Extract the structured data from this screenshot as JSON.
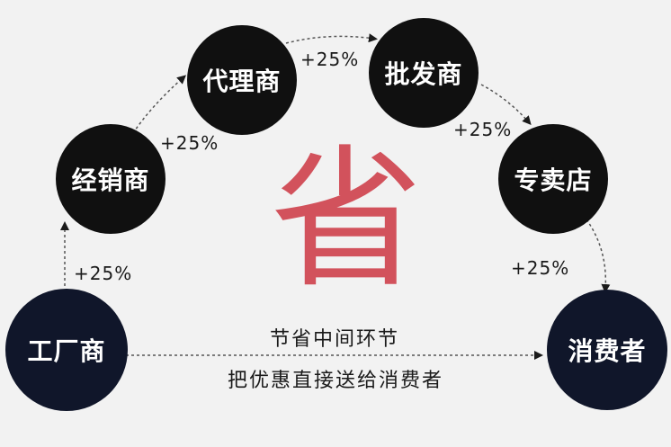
{
  "nodes": {
    "factory": "工厂商",
    "distributor": "经销商",
    "agent": "代理商",
    "wholesaler": "批发商",
    "store": "专卖店",
    "consumer": "消费者"
  },
  "markups": {
    "factory_to_distributor": "+25%",
    "distributor_to_agent": "+25%",
    "agent_to_wholesaler": "+25%",
    "wholesaler_to_store": "+25%",
    "store_to_consumer": "+25%"
  },
  "center_char": "省",
  "direct": {
    "line1": "节省中间环节",
    "line2": "把优惠直接送给消费者"
  },
  "colors": {
    "background": "#f2f2f2",
    "node": "#101010",
    "node_navy": "#10162a",
    "accent": "#d2525c"
  }
}
